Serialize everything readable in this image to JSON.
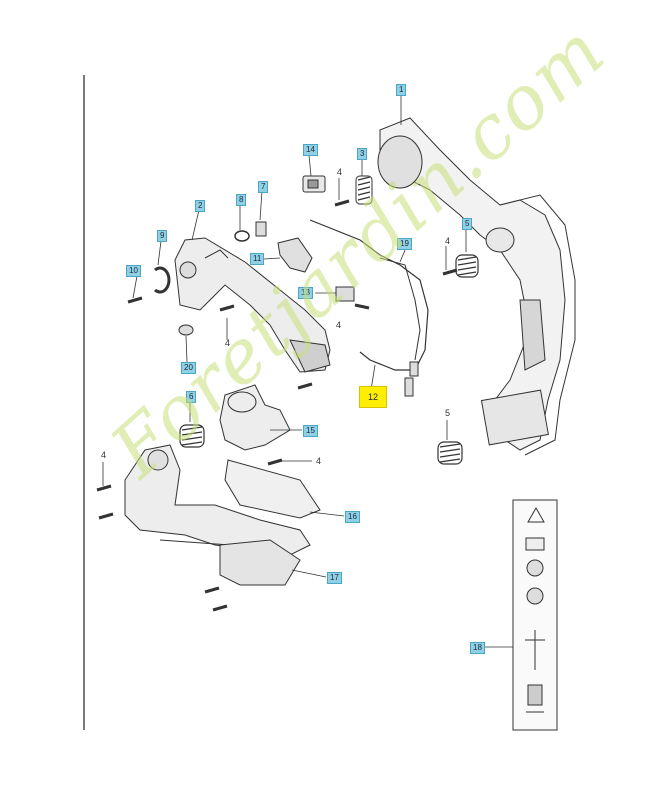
{
  "callouts": {
    "c1": "1",
    "c2": "2",
    "c3": "3",
    "c4a": "4",
    "c4b": "4",
    "c4c": "4",
    "c4d": "4",
    "c4e": "4",
    "c4f": "4",
    "c5a": "5",
    "c5b": "5",
    "c6": "6",
    "c7": "7",
    "c8": "8",
    "c9": "9",
    "c10": "10",
    "c11": "11",
    "c12": "12",
    "c13": "13",
    "c14": "14",
    "c15": "15",
    "c16": "16",
    "c17": "17",
    "c18": "18",
    "c19": "19",
    "c20": "20"
  },
  "watermark": "Foretjardin.com",
  "colors": {
    "callout_bg": "#8fd0e4",
    "highlight": "#ffee00",
    "watermark": "#c8e07a"
  }
}
